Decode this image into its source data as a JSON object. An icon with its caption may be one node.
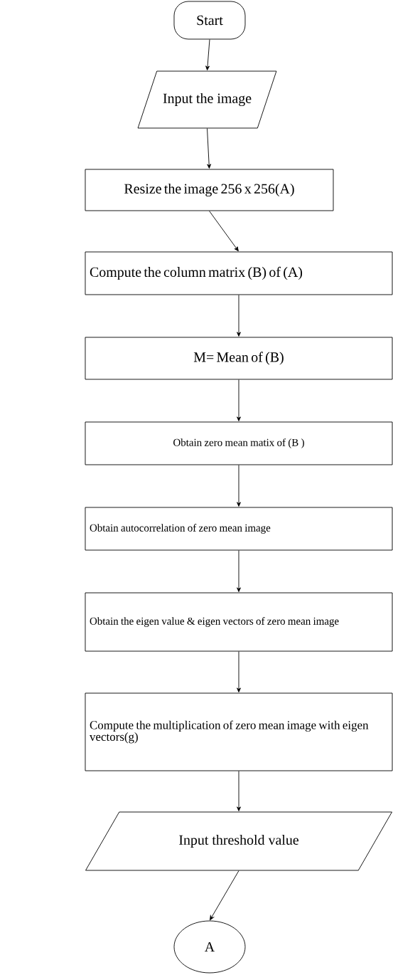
{
  "diagram": {
    "nodes": [
      {
        "text": [
          "Start"
        ]
      },
      {
        "text": [
          "Input the image"
        ]
      },
      {
        "text": [
          "Resize the image 256 x 256(A)"
        ]
      },
      {
        "text": [
          "Compute the column matrix (B) of (A)"
        ]
      },
      {
        "text": [
          "M= Mean of (B)"
        ]
      },
      {
        "text": [
          "Obtain zero mean matix of (B )"
        ]
      },
      {
        "text": [
          "Obtain autocorrelation of  zero mean  image"
        ]
      },
      {
        "text": [
          "Obtain the eigen value & eigen vectors of zero  mean image"
        ]
      },
      {
        "text": [
          "Compute the multiplication of  zero mean image with eigen vectors(g)"
        ]
      },
      {
        "text": [
          "Input threshold value"
        ]
      },
      {
        "text": [
          "A"
        ]
      }
    ],
    "edges": [
      {
        "from": 0,
        "to": 1,
        "arrow": "to"
      },
      {
        "from": 1,
        "to": 2,
        "arrow": "to"
      },
      {
        "from": 2,
        "to": 3,
        "arrow": "to"
      },
      {
        "from": 3,
        "to": 4,
        "arrow": "to"
      },
      {
        "from": 4,
        "to": 5,
        "arrow": "to"
      },
      {
        "from": 5,
        "to": 6,
        "arrow": "to"
      },
      {
        "from": 6,
        "to": 7,
        "arrow": "to"
      },
      {
        "from": 7,
        "to": 8,
        "arrow": "to"
      },
      {
        "from": 8,
        "to": 9,
        "arrow": "to"
      },
      {
        "from": 9,
        "to": 10,
        "arrow": "to"
      }
    ]
  }
}
